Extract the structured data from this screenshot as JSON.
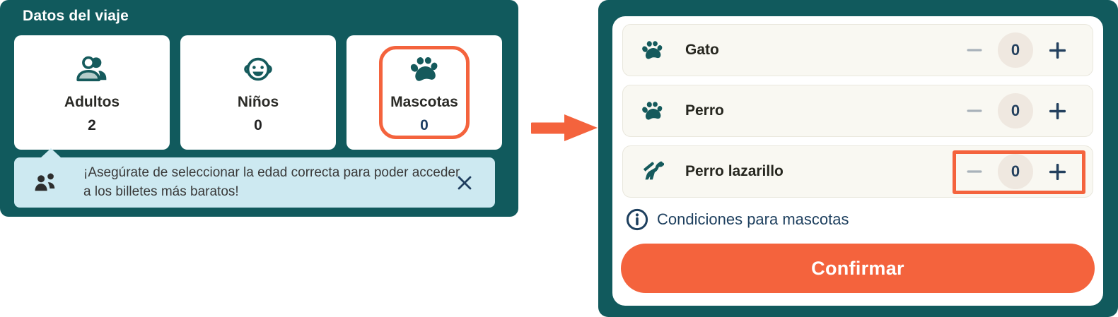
{
  "left_panel": {
    "title": "Datos del viaje",
    "cards": [
      {
        "label": "Adultos",
        "value": "2",
        "icon": "adults-icon",
        "highlighted": false
      },
      {
        "label": "Niños",
        "value": "0",
        "icon": "child-face-icon",
        "highlighted": false
      },
      {
        "label": "Mascotas",
        "value": "0",
        "icon": "paw-icon",
        "highlighted": true
      }
    ],
    "banner": {
      "icon": "people-icon",
      "text": "¡Asegúrate de seleccionar la edad correcta para poder acceder a los billetes más baratos!",
      "close_icon": "close-icon"
    }
  },
  "annotation": {
    "arrow_icon": "right-arrow-icon",
    "highlight_color": "#F4633D"
  },
  "right_panel": {
    "rows": [
      {
        "label": "Gato",
        "icon": "paw-icon",
        "count": "0",
        "minus_icon": "minus-icon",
        "plus_icon": "plus-icon",
        "highlighted": false
      },
      {
        "label": "Perro",
        "icon": "paw-icon",
        "count": "0",
        "minus_icon": "minus-icon",
        "plus_icon": "plus-icon",
        "highlighted": false
      },
      {
        "label": "Perro lazarillo",
        "icon": "guide-dog-icon",
        "count": "0",
        "minus_icon": "minus-icon",
        "plus_icon": "plus-icon",
        "highlighted": true
      }
    ],
    "conditions_link": {
      "icon": "info-icon",
      "label": "Condiciones para mascotas"
    },
    "confirm_button": "Confirmar"
  },
  "colors": {
    "teal_background": "#115A5D",
    "icon_teal": "#155A5C",
    "banner_blue": "#CDE9F1",
    "accent_orange": "#F4633D",
    "row_cream": "#F9F8F2",
    "count_beige": "#EFE8E0",
    "navy_text": "#23405E",
    "minus_gray": "#A9B2BA"
  }
}
